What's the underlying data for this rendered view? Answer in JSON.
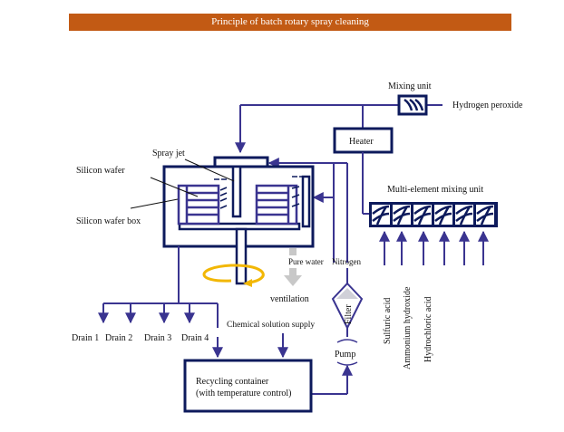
{
  "title": "Principle of batch rotary spray cleaning",
  "labels": {
    "mixing_unit": "Mixing unit",
    "hydrogen_peroxide": "Hydrogen peroxide",
    "heater": "Heater",
    "spray_jet": "Spray jet",
    "silicon_wafer": "Silicon wafer",
    "silicon_wafer_box": "Silicon wafer box",
    "multi_element_mixing_unit": "Multi-element mixing unit",
    "pure_water": "Pure water",
    "nitrogen": "Nitrogen",
    "ventilation": "ventilation",
    "filter": "Filter",
    "pump": "Pump",
    "chemical_solution_supply": "Chemical solution supply",
    "recycling_container_line1": "Recycling container",
    "recycling_container_line2": "(with temperature control)",
    "sulfuric_acid": "Sulfuric acid",
    "ammonium_hydroxide": "Ammonium hydroxide",
    "hydrochloric_acid": "Hydrochloric acid"
  },
  "drains": [
    "Drain 1",
    "Drain 2",
    "Drain 3",
    "Drain 4"
  ],
  "colors": {
    "title_bg": "#c25a14",
    "pipe": "#3a3490",
    "vessel": "#0d1a5c",
    "rotation": "#f2b705",
    "gray_arrow": "#c8c8c8"
  }
}
